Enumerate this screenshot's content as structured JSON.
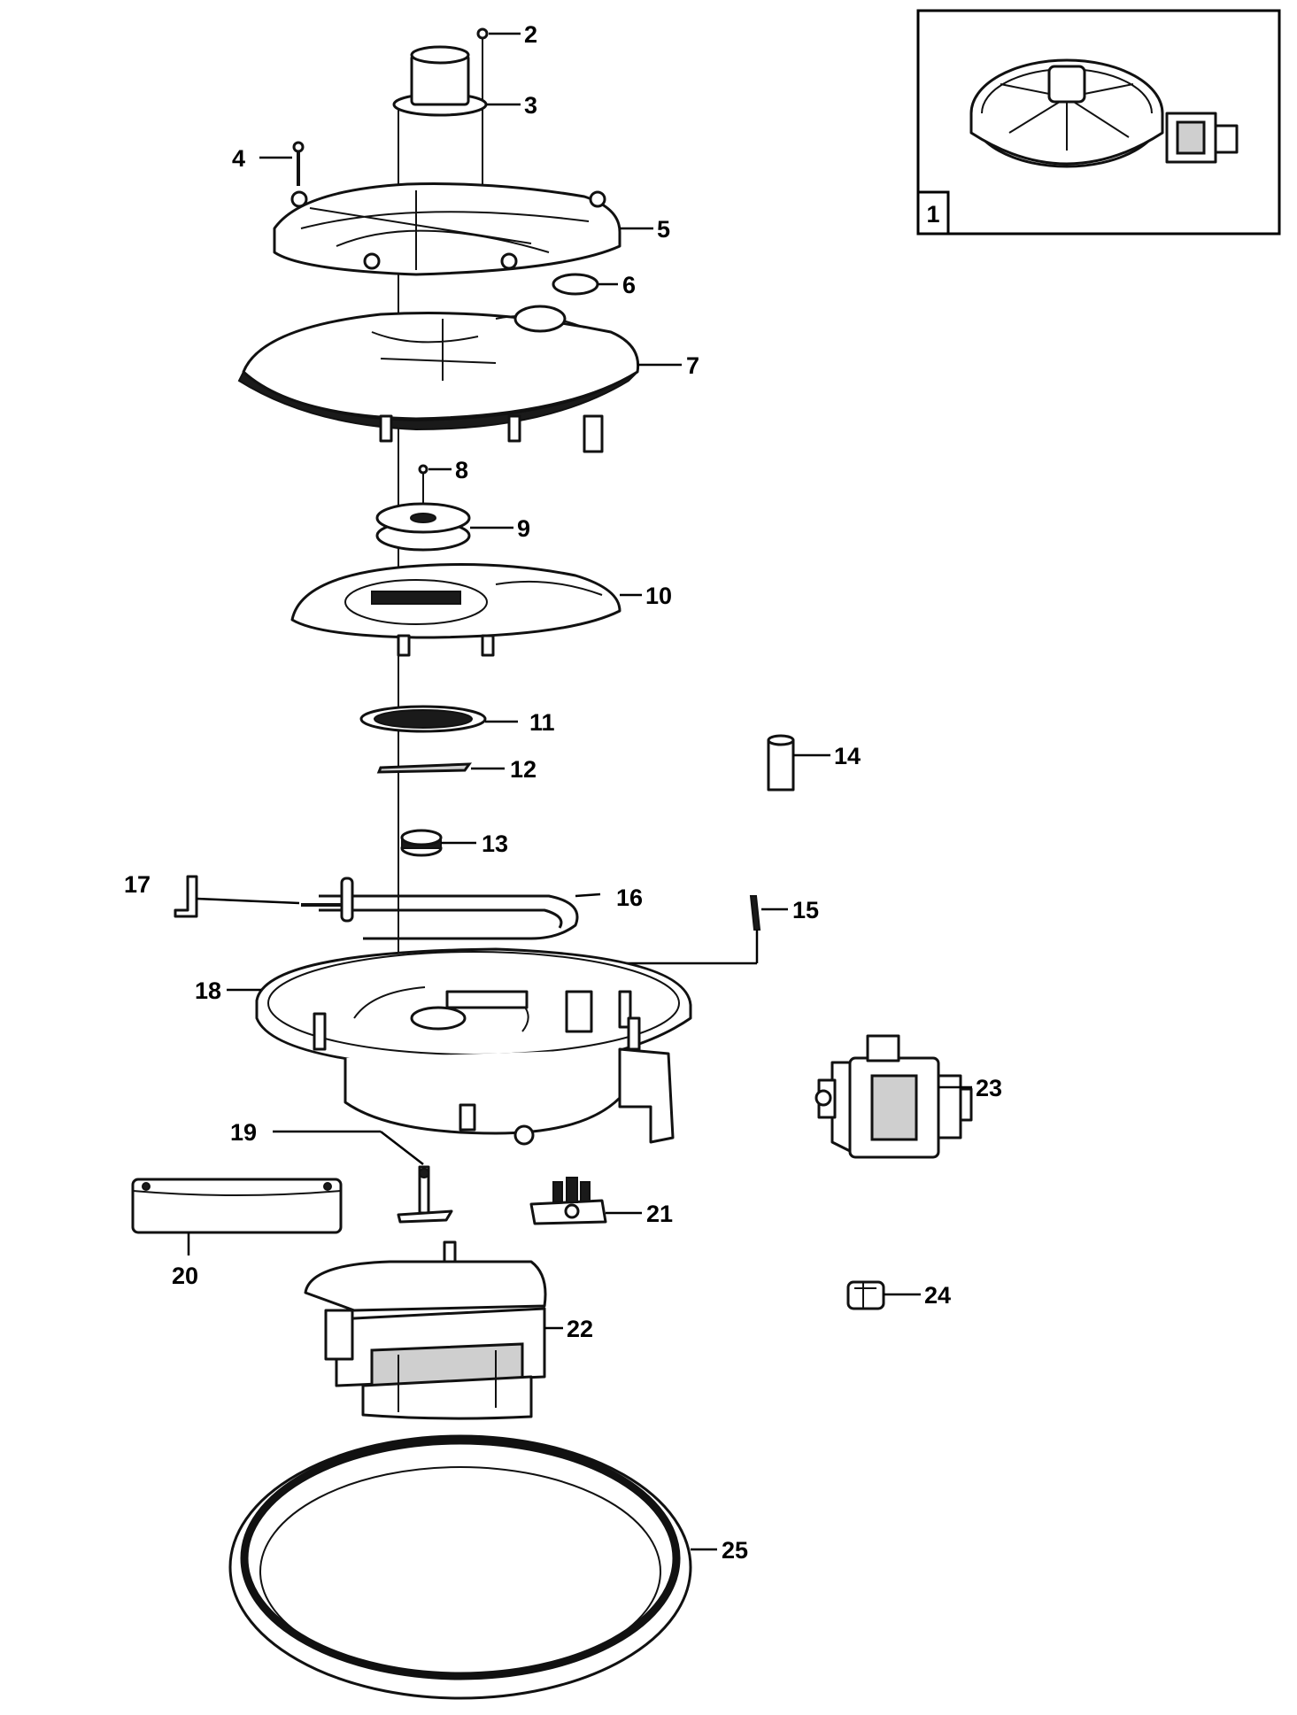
{
  "diagram": {
    "inset": {
      "label": "1"
    },
    "callouts": [
      {
        "id": "2",
        "label": "2"
      },
      {
        "id": "3",
        "label": "3"
      },
      {
        "id": "4",
        "label": "4"
      },
      {
        "id": "5",
        "label": "5"
      },
      {
        "id": "6",
        "label": "6"
      },
      {
        "id": "7",
        "label": "7"
      },
      {
        "id": "8",
        "label": "8"
      },
      {
        "id": "9",
        "label": "9"
      },
      {
        "id": "10",
        "label": "10"
      },
      {
        "id": "11",
        "label": "11"
      },
      {
        "id": "12",
        "label": "12"
      },
      {
        "id": "13",
        "label": "13"
      },
      {
        "id": "14",
        "label": "14"
      },
      {
        "id": "15",
        "label": "15"
      },
      {
        "id": "16",
        "label": "16"
      },
      {
        "id": "17",
        "label": "17"
      },
      {
        "id": "18",
        "label": "18"
      },
      {
        "id": "19",
        "label": "19"
      },
      {
        "id": "20",
        "label": "20"
      },
      {
        "id": "21",
        "label": "21"
      },
      {
        "id": "22",
        "label": "22"
      },
      {
        "id": "23",
        "label": "23"
      },
      {
        "id": "24",
        "label": "24"
      },
      {
        "id": "25",
        "label": "25"
      }
    ]
  }
}
